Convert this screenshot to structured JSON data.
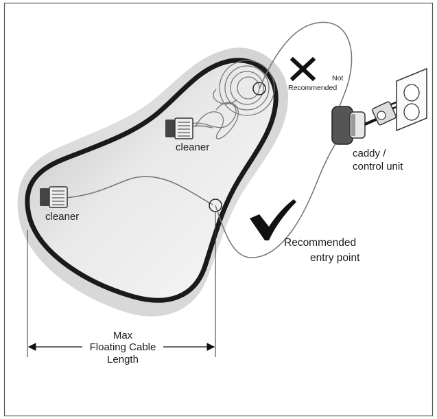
{
  "labels": {
    "cleaner_top": "cleaner",
    "cleaner_left": "cleaner",
    "not_recommended_line1": "Not",
    "not_recommended_line2": "Recommended",
    "caddy_line1": "caddy /",
    "caddy_line2": "control unit",
    "recommended_line1": "Recommended",
    "recommended_line2": "entry point",
    "length_line1": "Max",
    "length_line2": "Floating Cable",
    "length_line3": "Length"
  },
  "colors": {
    "pool_outline": "#1a1a1a",
    "pool_fill_light": "#f4f4f4",
    "pool_fill_dark": "#bdbdbd",
    "deck_shadow": "#dcdcdc",
    "cable": "#777777",
    "mark": "#111111",
    "frame_border": "#555555"
  },
  "icons": {
    "cross": "x-mark-icon",
    "check": "checkmark-icon",
    "outlet": "wall-outlet-icon",
    "caddy": "control-unit-icon",
    "cleaner": "pool-cleaner-icon"
  }
}
